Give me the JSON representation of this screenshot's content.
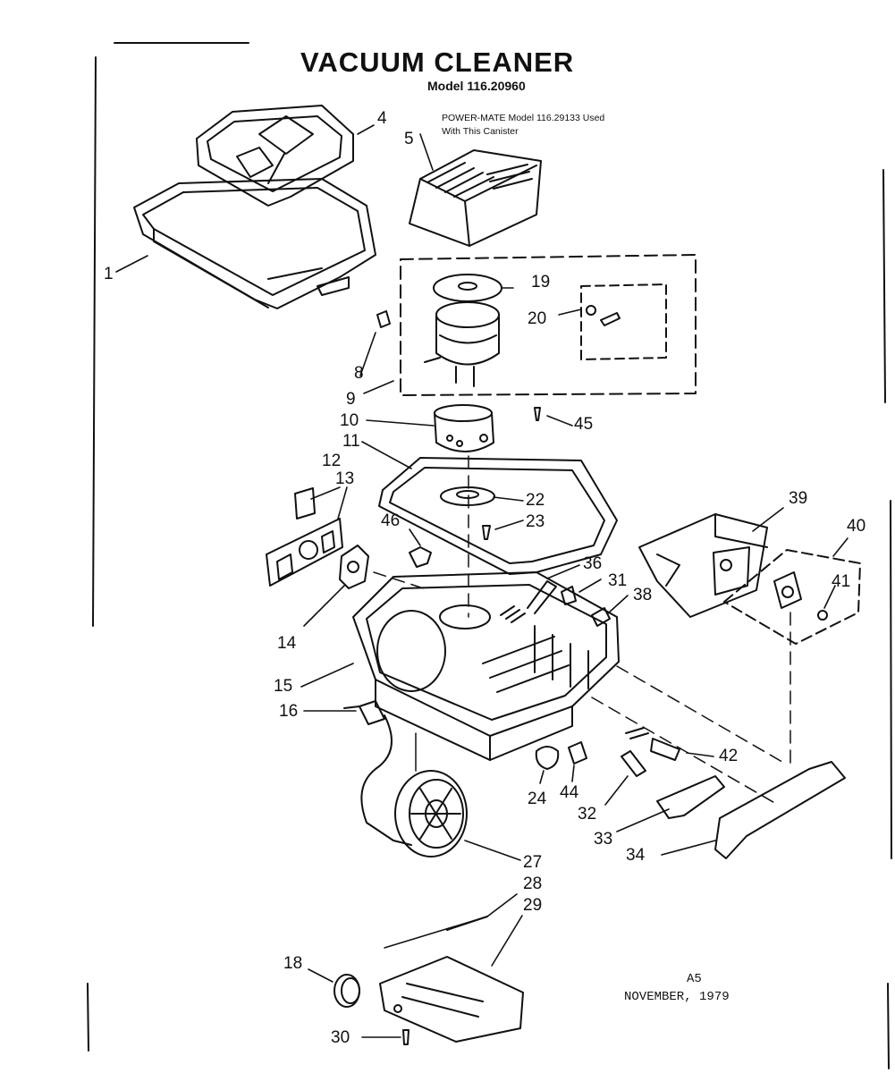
{
  "header": {
    "title": "VACUUM CLEANER",
    "model_line": "Model 116.20960",
    "note_line1": "POWER-MATE Model 116.29133 Used",
    "note_line2": "With This Canister"
  },
  "footer": {
    "code": "A5",
    "date": "NOVEMBER, 1979"
  },
  "callouts": {
    "p1": "1",
    "p4": "4",
    "p5": "5",
    "p8": "8",
    "p9": "9",
    "p10": "10",
    "p11": "11",
    "p12": "12",
    "p13": "13",
    "p14": "14",
    "p15": "15",
    "p16": "16",
    "p18": "18",
    "p19": "19",
    "p20": "20",
    "p22": "22",
    "p23": "23",
    "p24": "24",
    "p27": "27",
    "p28": "28",
    "p29": "29",
    "p30": "30",
    "p31": "31",
    "p32": "32",
    "p33": "33",
    "p34": "34",
    "p36": "36",
    "p38": "38",
    "p39": "39",
    "p40": "40",
    "p41": "41",
    "p42": "42",
    "p44": "44",
    "p45": "45",
    "p46": "46"
  }
}
